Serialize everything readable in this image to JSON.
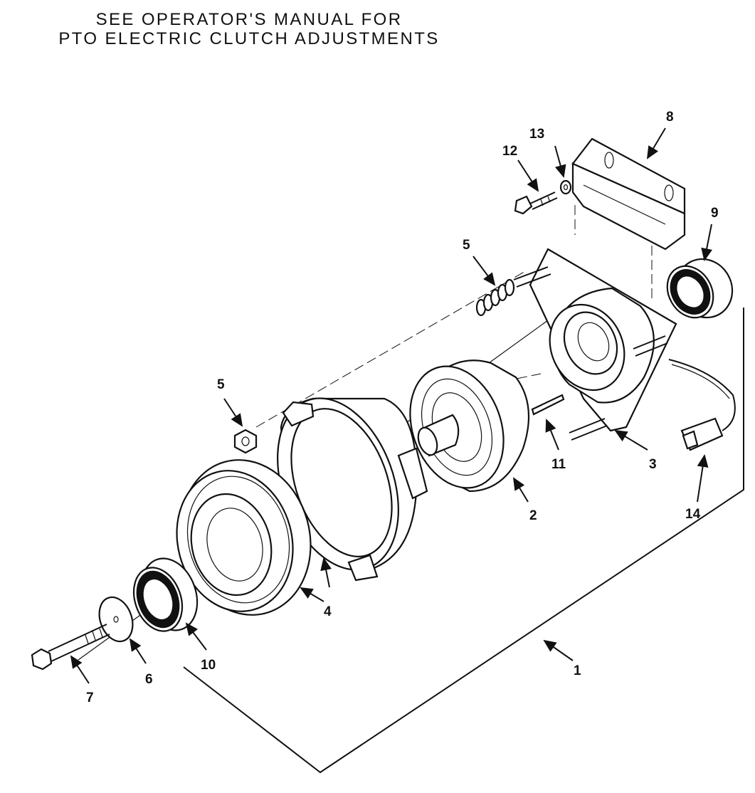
{
  "header": {
    "line1": "SEE OPERATOR'S MANUAL FOR",
    "line2": "PTO ELECTRIC CLUTCH ADJUSTMENTS"
  },
  "callouts": {
    "c1": "1",
    "c2": "2",
    "c3": "3",
    "c4": "4",
    "c5a": "5",
    "c5b": "5",
    "c6": "6",
    "c7": "7",
    "c8": "8",
    "c9": "9",
    "c10": "10",
    "c11": "11",
    "c12": "12",
    "c13": "13",
    "c14": "14"
  }
}
